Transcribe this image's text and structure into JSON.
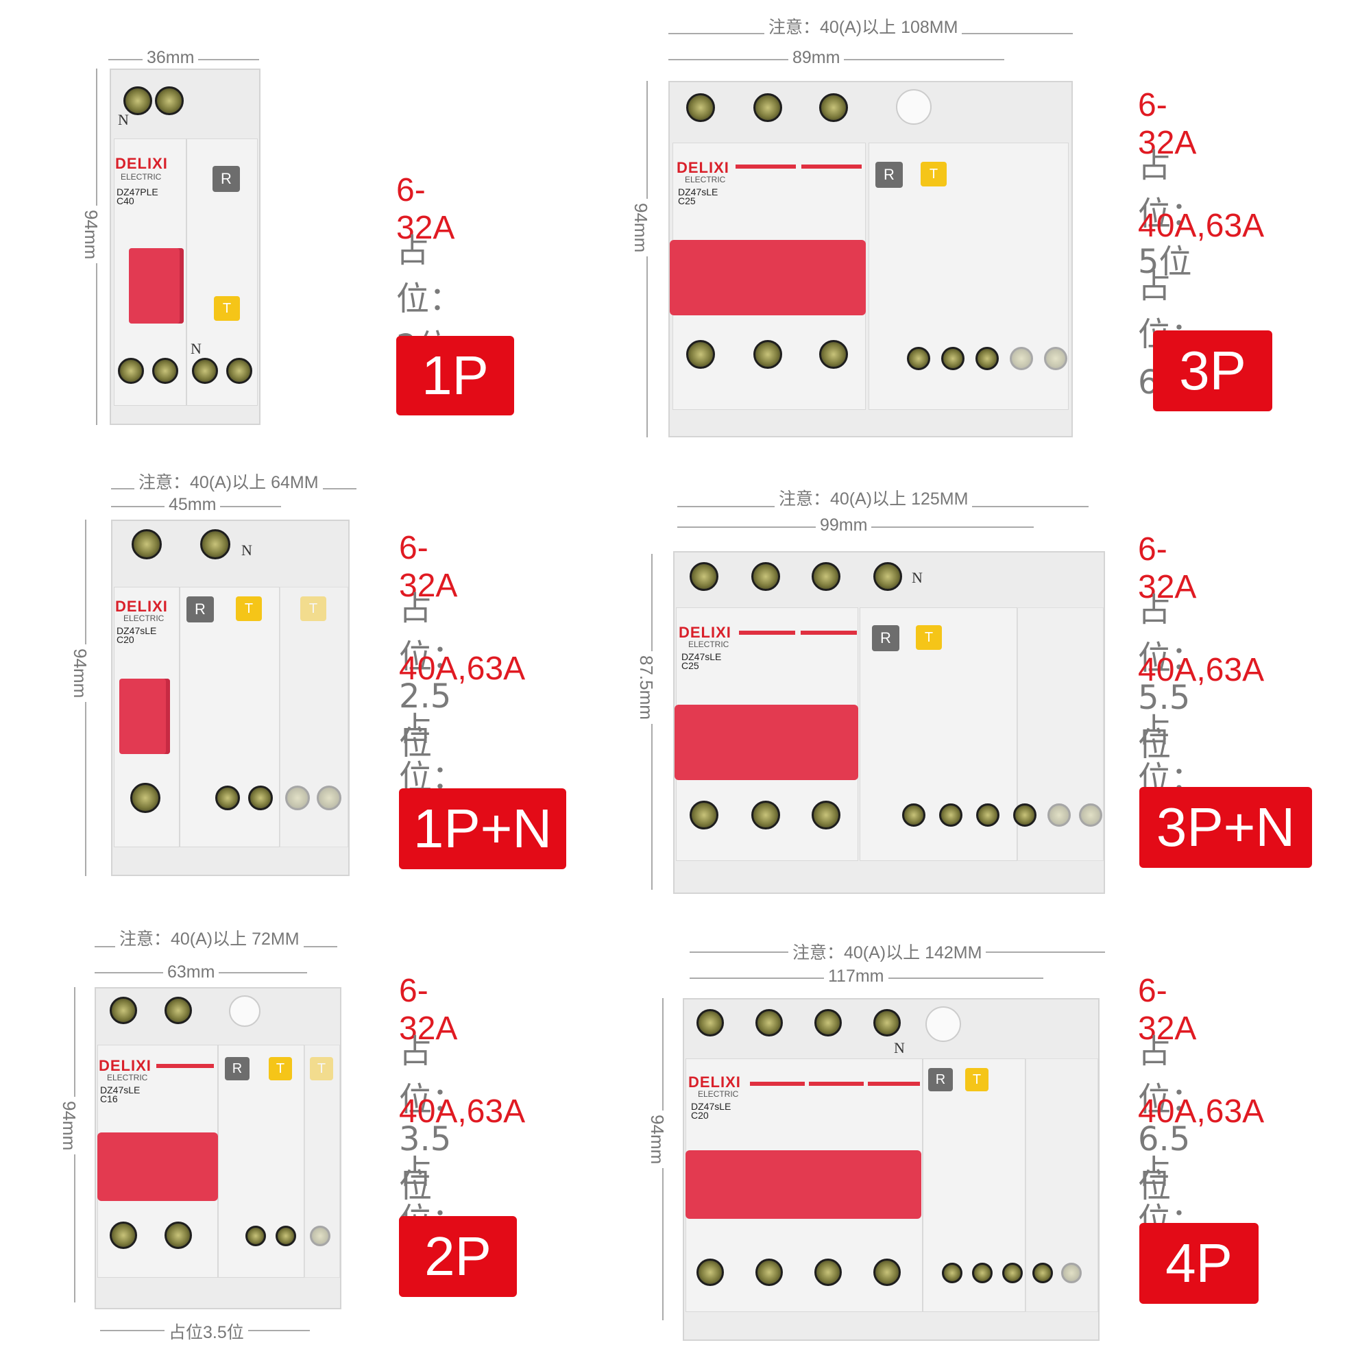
{
  "brand": "DELIXI",
  "brand_sub": "ELECTRIC",
  "colors": {
    "accent_red": "#e30b17",
    "rating_red": "#e01a22",
    "slot_gray": "#7a7a7a"
  },
  "panels": [
    {
      "id": "1p",
      "width_dim": "36mm",
      "height_dim": "94mm",
      "model": "DZ47PLE\nC40",
      "rating_lines": [
        "6-32A"
      ],
      "slot_lines": [
        "占位：2位"
      ],
      "badge": "1P"
    },
    {
      "id": "3p",
      "note_dim": "注意：40(A)以上 108MM",
      "width_dim": "89mm",
      "height_dim": "94mm",
      "model": "DZ47sLE\nC25",
      "rating_lines": [
        "6-32A",
        "40A,63A"
      ],
      "slot_lines": [
        "占位：5位",
        "占位：6位"
      ],
      "badge": "3P"
    },
    {
      "id": "1pn",
      "note_dim": "注意：40(A)以上 64MM",
      "width_dim": "45mm",
      "height_dim": "94mm",
      "model": "DZ47sLE\nC20",
      "rating_lines": [
        "6-32A",
        "40A,63A"
      ],
      "slot_lines": [
        "占位：2.5位",
        "占位：3位"
      ],
      "badge": "1P+N"
    },
    {
      "id": "3pn",
      "note_dim": "注意：40(A)以上 125MM",
      "width_dim": "99mm",
      "height_dim": "87.5mm",
      "model": "DZ47sLE\nC25",
      "rating_lines": [
        "6-32A",
        "40A,63A"
      ],
      "slot_lines": [
        "占位：5.5位",
        "占位：7位"
      ],
      "badge": "3P+N"
    },
    {
      "id": "2p",
      "note_dim": "注意：40(A)以上 72MM",
      "width_dim": "63mm",
      "height_dim": "94mm",
      "bottom_dim": "占位3.5位",
      "model": "DZ47sLE\nC16",
      "rating_lines": [
        "6-32A",
        "40A,63A"
      ],
      "slot_lines": [
        "占位：3.5位",
        "占位：4位"
      ],
      "badge": "2P"
    },
    {
      "id": "4p",
      "note_dim": "注意：40(A)以上 142MM",
      "width_dim": "117mm",
      "height_dim": "94mm",
      "model": "DZ47sLE\nC20",
      "rating_lines": [
        "6-32A",
        "40A,63A"
      ],
      "slot_lines": [
        "占位：6.5位",
        "占位：8位"
      ],
      "badge": "4P"
    }
  ],
  "labels": {
    "R": "R",
    "T": "T",
    "N": "N"
  }
}
